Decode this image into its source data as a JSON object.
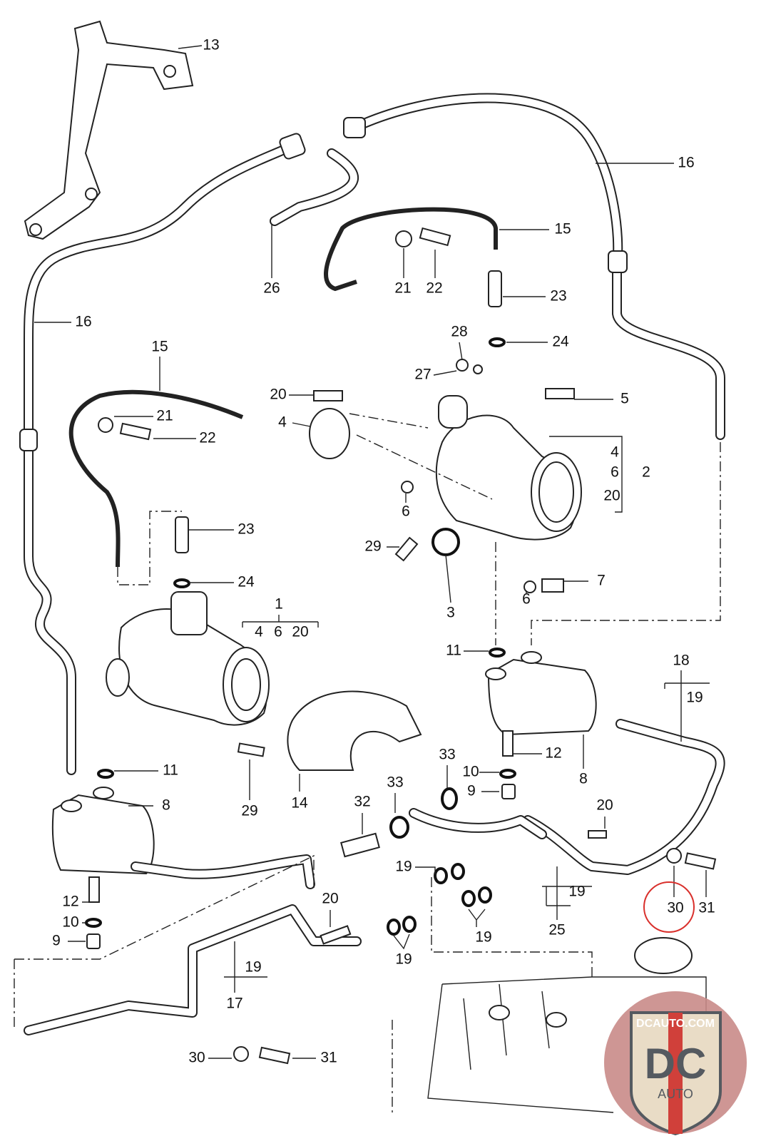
{
  "diagram": {
    "type": "exploded parts diagram",
    "callouts": [
      "13",
      "16",
      "15",
      "26",
      "21",
      "22",
      "16",
      "23",
      "24",
      "28",
      "27",
      "15",
      "20",
      "5",
      "21",
      "22",
      "4",
      "4",
      "6",
      "2",
      "20",
      "6",
      "23",
      "29",
      "7",
      "24",
      "6",
      "3",
      "1",
      "4",
      "6",
      "20",
      "18",
      "11",
      "19",
      "12",
      "8",
      "11",
      "33",
      "33",
      "10",
      "9",
      "8",
      "29",
      "14",
      "32",
      "20",
      "19",
      "19",
      "30",
      "31",
      "12",
      "10",
      "20",
      "25",
      "19",
      "9",
      "19",
      "19",
      "17",
      "30",
      "31"
    ],
    "highlighted_callout": "30",
    "highlight_color": "#d9302c"
  },
  "watermark": {
    "site": "DCAUTO.COM",
    "logo_letters": "DC",
    "logo_word": "AUTO",
    "colors": {
      "shield": "#e9dcc6",
      "letters": "#555a60",
      "red": "#d0403a",
      "disc": "#c98b88"
    }
  }
}
